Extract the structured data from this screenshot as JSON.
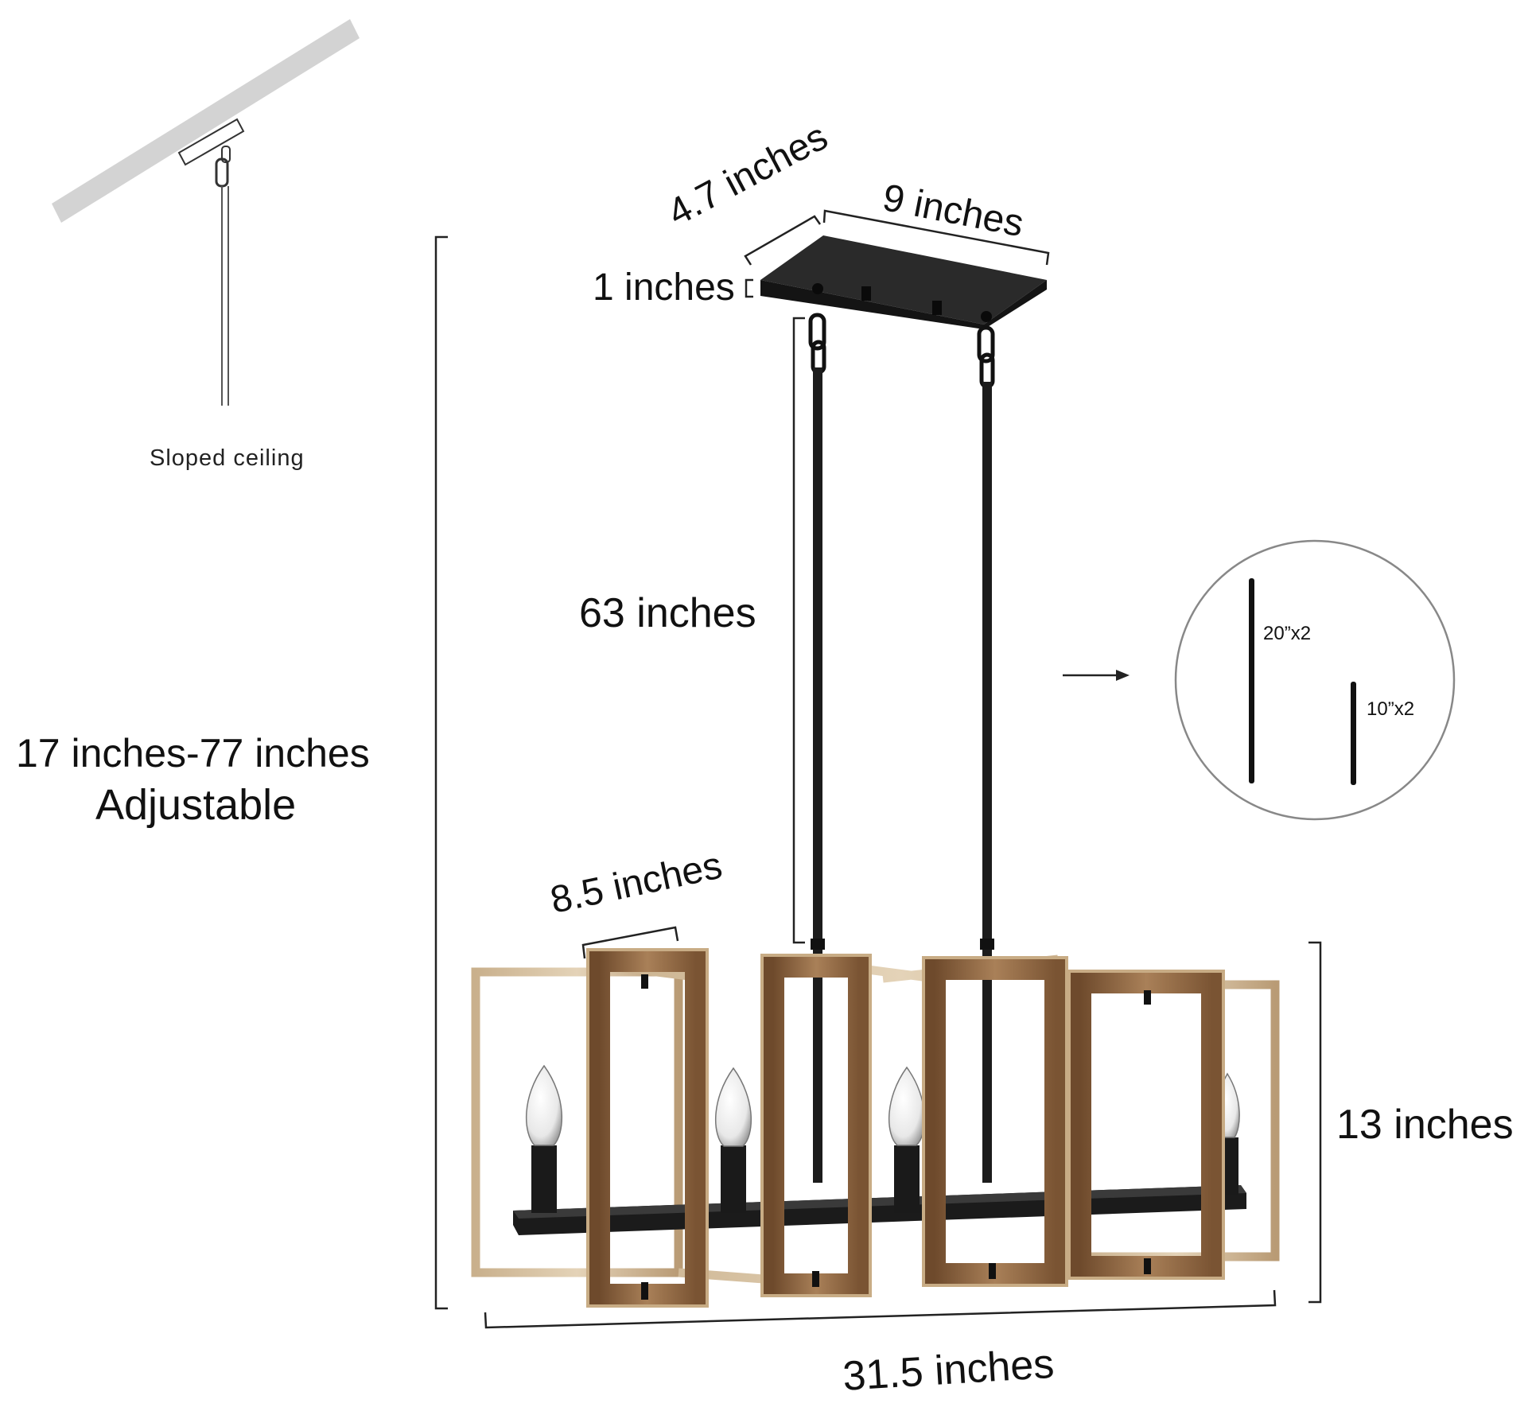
{
  "dimensions": {
    "overall_height_range": "17 inches-77 inches",
    "overall_height_note": "Adjustable",
    "canopy_depth": "4.7 inches",
    "canopy_width": "9 inches",
    "canopy_height": "1 inches",
    "rod_length": "63 inches",
    "frame_width": "8.5 inches",
    "body_height": "13 inches",
    "body_length": "31.5 inches"
  },
  "sloped_ceiling": {
    "caption": "Sloped ceiling"
  },
  "rods_detail": {
    "long_rods": "20”x2",
    "short_rods": "10”x2"
  },
  "colors": {
    "metal": "#1c1c1c",
    "wood": "#9a7048",
    "wood_light": "#d9c2a0",
    "dimension_lines": "#222222",
    "ceiling": "#d3d3d3"
  }
}
